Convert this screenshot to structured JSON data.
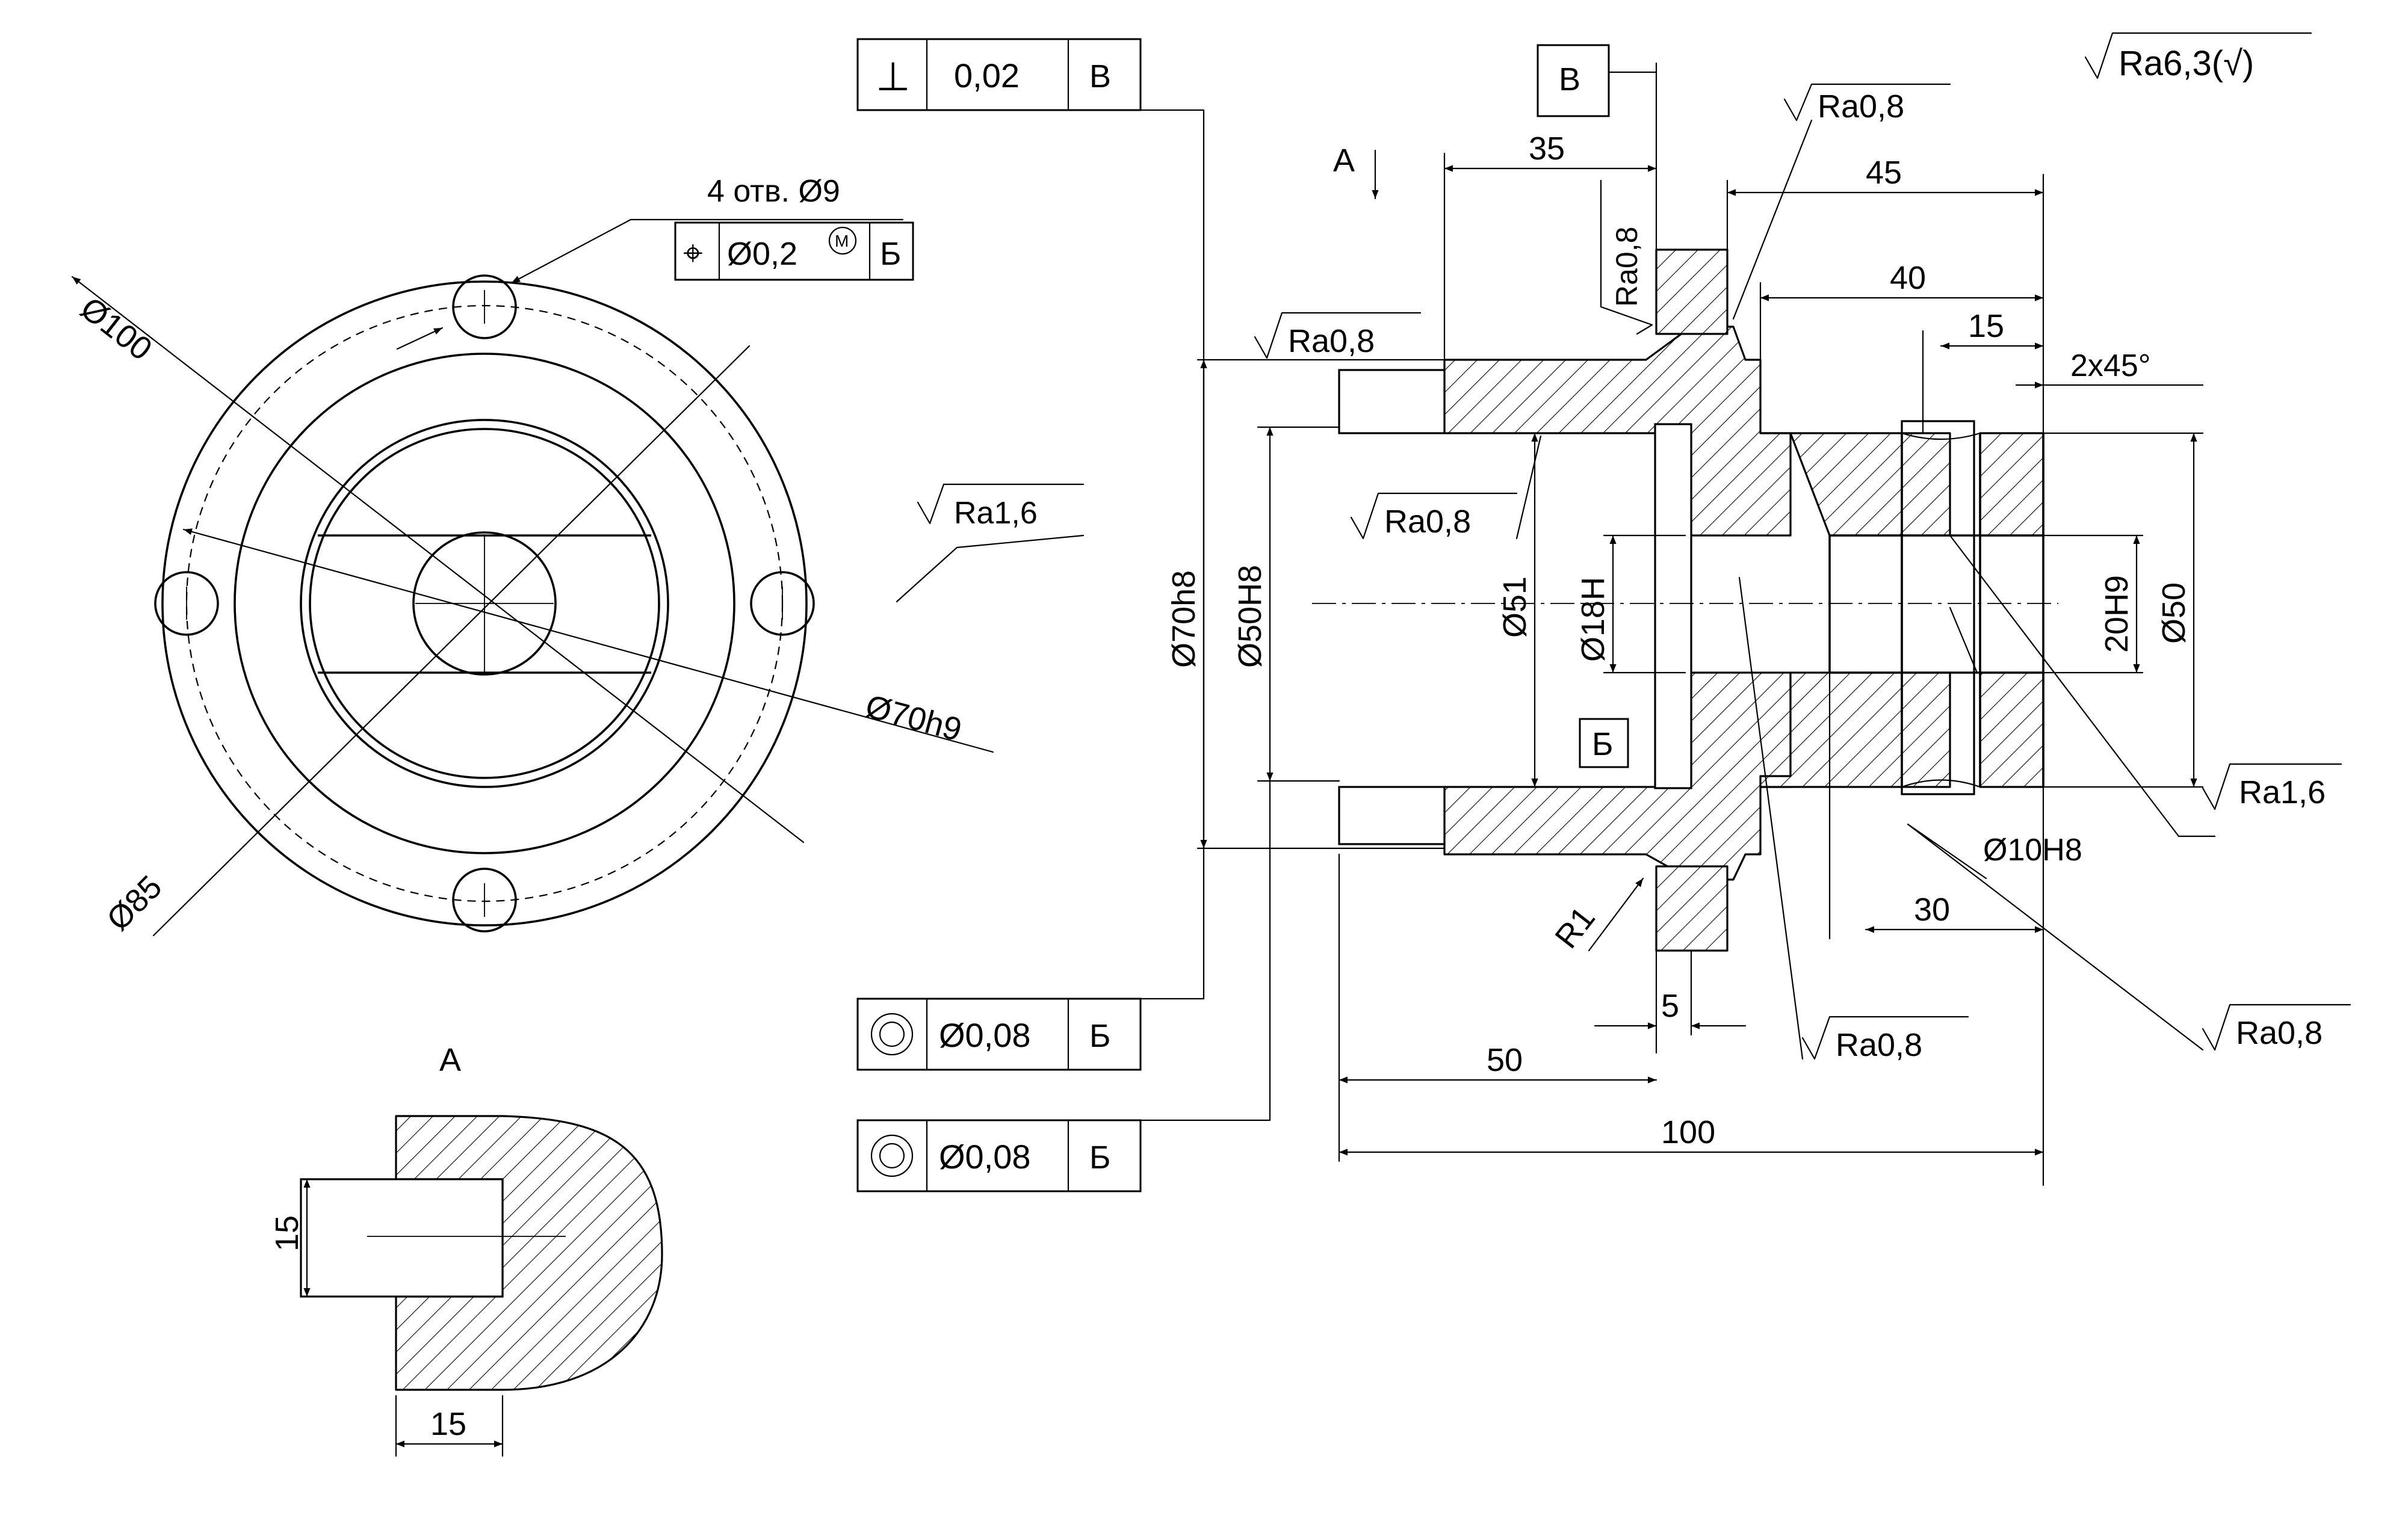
{
  "frames": {
    "perpendicularity": {
      "symbol": "⊥",
      "value": "0,02",
      "datum": "В"
    },
    "position": {
      "symbol": "⌖",
      "value": "Ø0,2",
      "modifier": "M",
      "datum": "Б"
    },
    "concentricity_1": {
      "symbol": "◎",
      "value": "Ø0,08",
      "datum": "Б"
    },
    "concentricity_2": {
      "symbol": "◎",
      "value": "Ø0,08",
      "datum": "Б"
    }
  },
  "datums": {
    "b_upper": "В",
    "b_lower": "Б"
  },
  "roughness": {
    "general": "Ra6,3(√)",
    "r1": "Ra0,8",
    "r2": "Ra0,8",
    "r3": "Ra0,8",
    "r4": "Ra1,6",
    "r5": "Ra0,8",
    "r6": "Ra1,6",
    "r7": "Ra0,8",
    "r8": "Ra0,8"
  },
  "view_label": "А",
  "view_arrow_label": "А",
  "front_view": {
    "holes_note": "4 отв. Ø9",
    "d100": "Ø100",
    "d85": "Ø85",
    "d70h9": "Ø70h9"
  },
  "section_view": {
    "d35": "35",
    "d45": "45",
    "d40": "40",
    "d15": "15",
    "chamfer": "2x45°",
    "d70h8": "Ø70h8",
    "d50h8": "Ø50H8",
    "d51": "Ø51",
    "d18h": "Ø18H",
    "d20h9": "20H9",
    "d50": "Ø50",
    "d10h8": "Ø10H8",
    "d30": "30",
    "r1": "R1",
    "d5": "5",
    "d50len": "50",
    "d100len": "100"
  },
  "view_a": {
    "d15v": "15",
    "d15h": "15"
  }
}
